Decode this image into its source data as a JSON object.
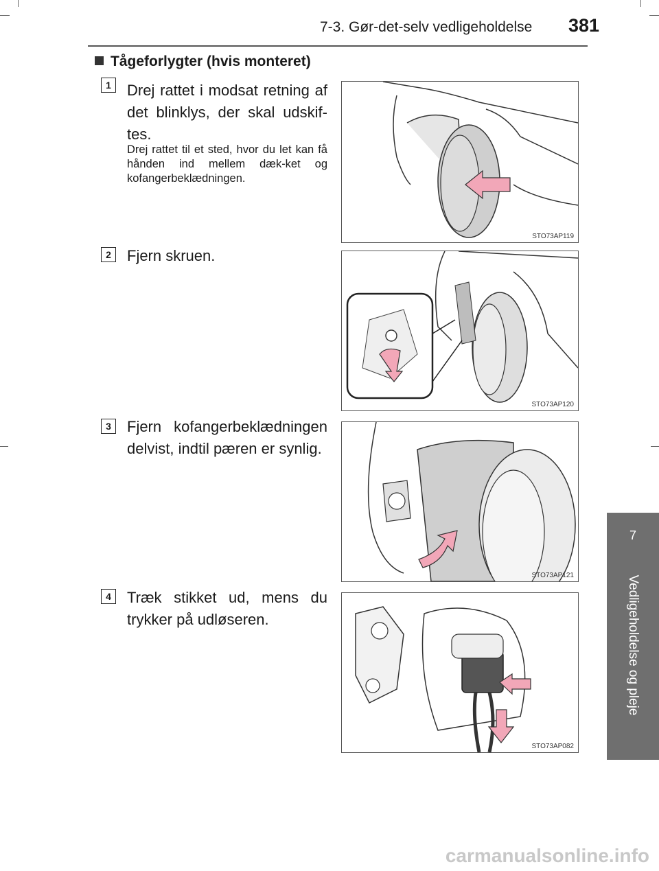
{
  "header": {
    "section": "7-3. Gør-det-selv vedligeholdelse",
    "page_number": "381"
  },
  "side_tab": {
    "number": "7",
    "label": "Vedligeholdelse og pleje"
  },
  "section_title": "Tågeforlygter (hvis monteret)",
  "steps": [
    {
      "number": "1",
      "text": "Drej rattet i modsat retning af det blinklys, der skal udskif-tes.",
      "note": "Drej rattet til et sted, hvor du let kan få hånden ind mellem dæk-ket og kofangerbeklædningen.",
      "figure_code": "STO73AP119"
    },
    {
      "number": "2",
      "text": "Fjern skruen.",
      "figure_code": "STO73AP120"
    },
    {
      "number": "3",
      "text": "Fjern kofangerbeklædningen delvist, indtil pæren er synlig.",
      "figure_code": "STO73AP121"
    },
    {
      "number": "4",
      "text": "Træk stikket ud, mens du trykker på udløseren.",
      "figure_code": "STO73AP082"
    }
  ],
  "watermark": "carmanualsonline.info",
  "colors": {
    "tab_gray": "#6f6f6f",
    "arrow_pink": "#f2a7b8"
  }
}
